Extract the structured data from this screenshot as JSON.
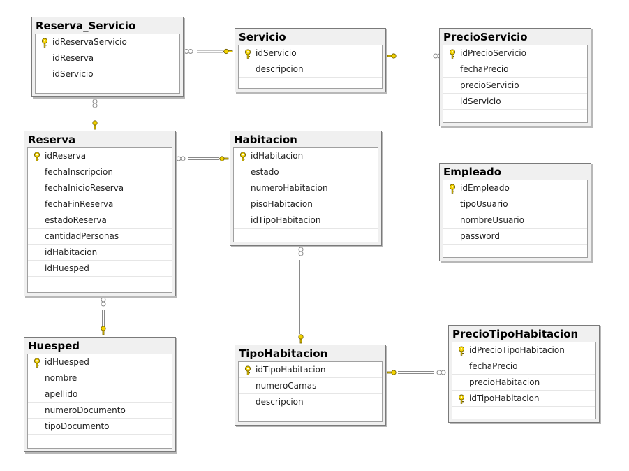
{
  "colors": {
    "key": "#f2d200",
    "connector": "#8a8a8a"
  },
  "icons": {
    "primary_key": "key-icon"
  },
  "tables": [
    {
      "id": "reserva-servicio",
      "name": "Reserva_Servicio",
      "columns": [
        {
          "name": "idReservaServicio",
          "pk": true
        },
        {
          "name": "idReserva",
          "pk": false
        },
        {
          "name": "idServicio",
          "pk": false
        }
      ]
    },
    {
      "id": "servicio",
      "name": "Servicio",
      "columns": [
        {
          "name": "idServicio",
          "pk": true
        },
        {
          "name": "descripcion",
          "pk": false
        }
      ]
    },
    {
      "id": "precio-servicio",
      "name": "PrecioServicio",
      "columns": [
        {
          "name": "idPrecioServicio",
          "pk": true
        },
        {
          "name": "fechaPrecio",
          "pk": false
        },
        {
          "name": "precioServicio",
          "pk": false
        },
        {
          "name": "idServicio",
          "pk": false
        }
      ]
    },
    {
      "id": "reserva",
      "name": "Reserva",
      "columns": [
        {
          "name": "idReserva",
          "pk": true
        },
        {
          "name": "fechaInscripcion",
          "pk": false
        },
        {
          "name": "fechaInicioReserva",
          "pk": false
        },
        {
          "name": "fechaFinReserva",
          "pk": false
        },
        {
          "name": "estadoReserva",
          "pk": false
        },
        {
          "name": "cantidadPersonas",
          "pk": false
        },
        {
          "name": "idHabitacion",
          "pk": false
        },
        {
          "name": "idHuesped",
          "pk": false
        }
      ]
    },
    {
      "id": "habitacion",
      "name": "Habitacion",
      "columns": [
        {
          "name": "idHabitacion",
          "pk": true
        },
        {
          "name": "estado",
          "pk": false
        },
        {
          "name": "numeroHabitacion",
          "pk": false
        },
        {
          "name": "pisoHabitacion",
          "pk": false
        },
        {
          "name": "idTipoHabitacion",
          "pk": false
        }
      ]
    },
    {
      "id": "empleado",
      "name": "Empleado",
      "columns": [
        {
          "name": "idEmpleado",
          "pk": true
        },
        {
          "name": "tipoUsuario",
          "pk": false
        },
        {
          "name": "nombreUsuario",
          "pk": false
        },
        {
          "name": "password",
          "pk": false
        }
      ]
    },
    {
      "id": "huesped",
      "name": "Huesped",
      "columns": [
        {
          "name": "idHuesped",
          "pk": true
        },
        {
          "name": "nombre",
          "pk": false
        },
        {
          "name": "apellido",
          "pk": false
        },
        {
          "name": "numeroDocumento",
          "pk": false
        },
        {
          "name": "tipoDocumento",
          "pk": false
        }
      ]
    },
    {
      "id": "tipo-habitacion",
      "name": "TipoHabitacion",
      "columns": [
        {
          "name": "idTipoHabitacion",
          "pk": true
        },
        {
          "name": "numeroCamas",
          "pk": false
        },
        {
          "name": "descripcion",
          "pk": false
        }
      ]
    },
    {
      "id": "precio-tipo-habitacion",
      "name": "PrecioTipoHabitacion",
      "columns": [
        {
          "name": "idPrecioTipoHabitacion",
          "pk": true
        },
        {
          "name": "fechaPrecio",
          "pk": false
        },
        {
          "name": "precioHabitacion",
          "pk": false
        },
        {
          "name": "idTipoHabitacion",
          "pk": true
        }
      ]
    }
  ]
}
